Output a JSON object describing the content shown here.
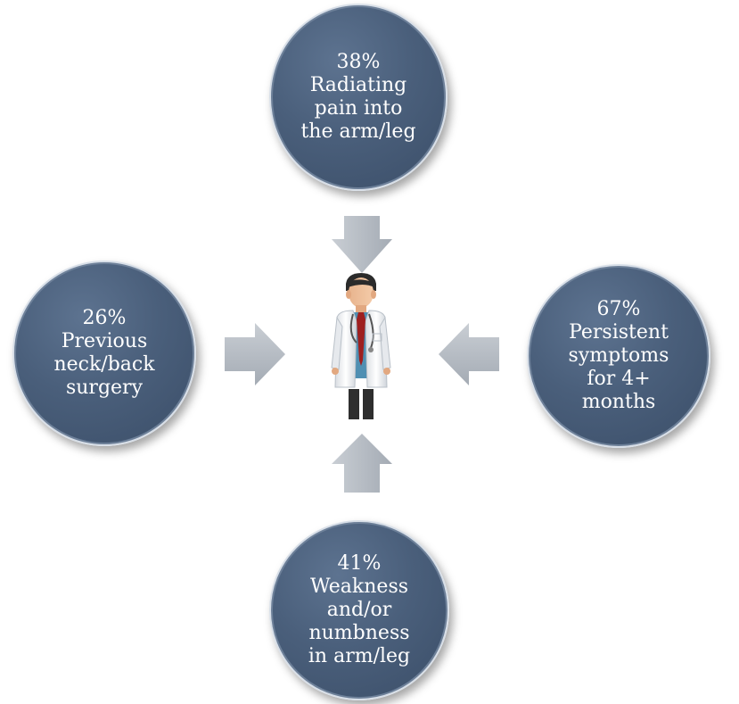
{
  "bubbles": {
    "top": {
      "lines": [
        "38%",
        "Radiating",
        "pain into",
        "the arm/leg"
      ]
    },
    "left": {
      "lines": [
        "26%",
        "Previous",
        "neck/back",
        "surgery"
      ]
    },
    "right": {
      "lines": [
        "67%",
        "Persistent",
        "symptoms",
        "for 4+",
        "months"
      ]
    },
    "bottom": {
      "lines": [
        "41%",
        "Weakness",
        "and/or",
        "numbness",
        "in arm/leg"
      ]
    }
  },
  "colors": {
    "bubble_fill": "#4a5f7b",
    "arrow_fill": "#b4bac2",
    "bubble_text": "#ffffff"
  },
  "icons": {
    "center": "doctor-icon",
    "arrows": "arrow-icon"
  }
}
